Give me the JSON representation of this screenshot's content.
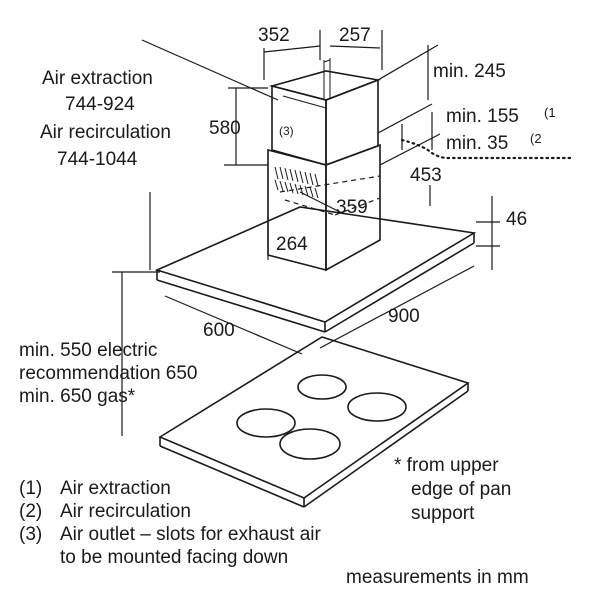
{
  "dimensions": {
    "chimney_width": "352",
    "chimney_depth": "257",
    "min_top": "min. 245",
    "min_extraction": "min. 155",
    "min_recirculation": "min. 35",
    "ref_extraction": "(1",
    "ref_recirculation": "(2",
    "height_580": "580",
    "depth_453": "453",
    "depth_359": "359",
    "width_264": "264",
    "canopy_thickness": "46",
    "hood_depth": "600",
    "hood_width": "900"
  },
  "heights": {
    "air_extraction_label": "Air extraction",
    "air_extraction_range": "744-924",
    "air_recirculation_label": "Air recirculation",
    "air_recirculation_range": "744-1044"
  },
  "marker": "(3)",
  "clearance": {
    "line1": "min. 550 electric",
    "line2": "recommendation 650",
    "line3": "min. 650 gas*"
  },
  "footnote": {
    "line1": "* from upper",
    "line2": "edge of pan",
    "line3": "support"
  },
  "legend": [
    {
      "num": "(1)",
      "text": "Air extraction"
    },
    {
      "num": "(2)",
      "text": "Air recirculation"
    },
    {
      "num": "(3)",
      "text": "Air outlet – slots for exhaust air"
    },
    {
      "num": "",
      "text": "to be mounted facing down"
    }
  ],
  "units_note": "measurements in mm"
}
